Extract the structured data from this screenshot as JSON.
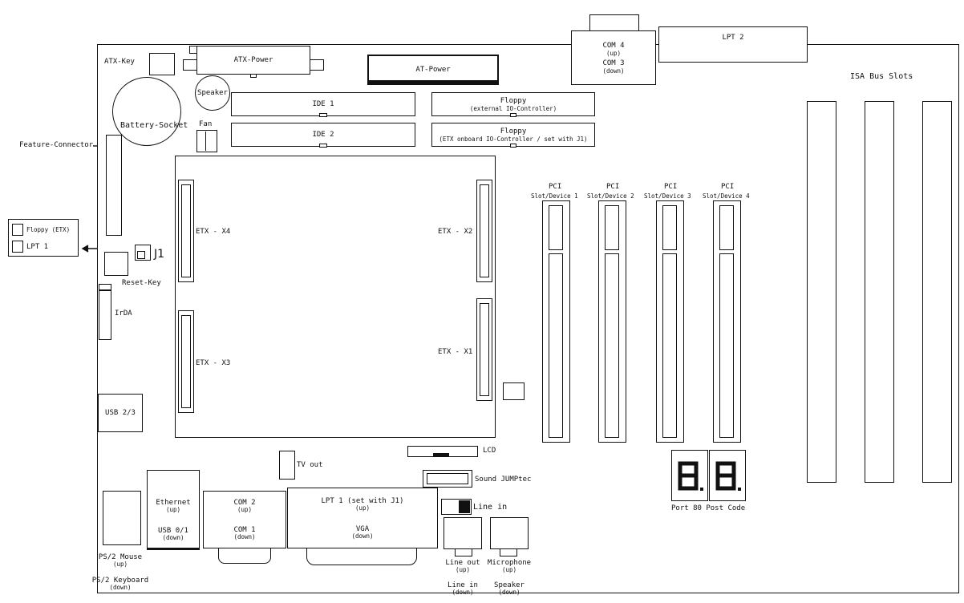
{
  "labels": {
    "atx_key": "ATX-Key",
    "atx_power": "ATX-Power",
    "at_power": "AT-Power",
    "com4": "COM 4",
    "com4_sub": "(up)",
    "com3": "COM 3",
    "com3_sub": "(down)",
    "lpt2": "LPT 2",
    "isa_bus_slots": "ISA Bus Slots",
    "speaker": "Speaker",
    "battery_socket": "Battery-Socket",
    "ide1": "IDE 1",
    "ide2": "IDE 2",
    "floppy_ext": "Floppy",
    "floppy_ext_sub": "(external IO-Controller)",
    "floppy_etx": "Floppy",
    "floppy_etx_sub": "(ETX onboard IO-Controller / set with J1)",
    "fan": "Fan",
    "feature_connector": "Feature-Connector",
    "j1_floppy": "Floppy (ETX)",
    "j1_lpt": "LPT 1",
    "j1": "J1",
    "reset_key": "Reset-Key",
    "irda": "IrDA",
    "usb23": "USB 2/3",
    "etx_x4": "ETX - X4",
    "etx_x2": "ETX - X2",
    "etx_x3": "ETX - X3",
    "etx_x1": "ETX - X1",
    "lcd": "LCD",
    "tv_out": "TV out",
    "sound": "Sound JUMPtec",
    "line_in_top": "Line in",
    "ethernet": "Ethernet",
    "ethernet_sub": "(up)",
    "usb01": "USB 0/1",
    "usb01_sub": "(down)",
    "com2": "COM 2",
    "com2_sub": "(up)",
    "com1": "COM 1",
    "com1_sub": "(down)",
    "lpt1": "LPT 1 (set with J1)",
    "lpt1_sub": "(up)",
    "vga": "VGA",
    "vga_sub": "(down)",
    "ps2_mouse": "PS/2 Mouse",
    "ps2_mouse_sub": "(up)",
    "ps2_kbd": "PS/2 Keyboard",
    "ps2_kbd_sub": "(down)",
    "line_out": "Line out",
    "line_out_sub": "(up)",
    "line_in_bottom": "Line in",
    "line_in_bottom_sub": "(down)",
    "microphone": "Microphone",
    "microphone_sub": "(up)",
    "speaker_out": "Speaker",
    "speaker_out_sub": "(down)",
    "port80": "Port 80 Post Code"
  },
  "pci_slots": [
    {
      "title": "PCI",
      "sub": "Slot/Device 1"
    },
    {
      "title": "PCI",
      "sub": "Slot/Device 2"
    },
    {
      "title": "PCI",
      "sub": "Slot/Device 3"
    },
    {
      "title": "PCI",
      "sub": "Slot/Device 4"
    }
  ],
  "colors": {
    "ink": "#111111",
    "paper": "#ffffff"
  }
}
